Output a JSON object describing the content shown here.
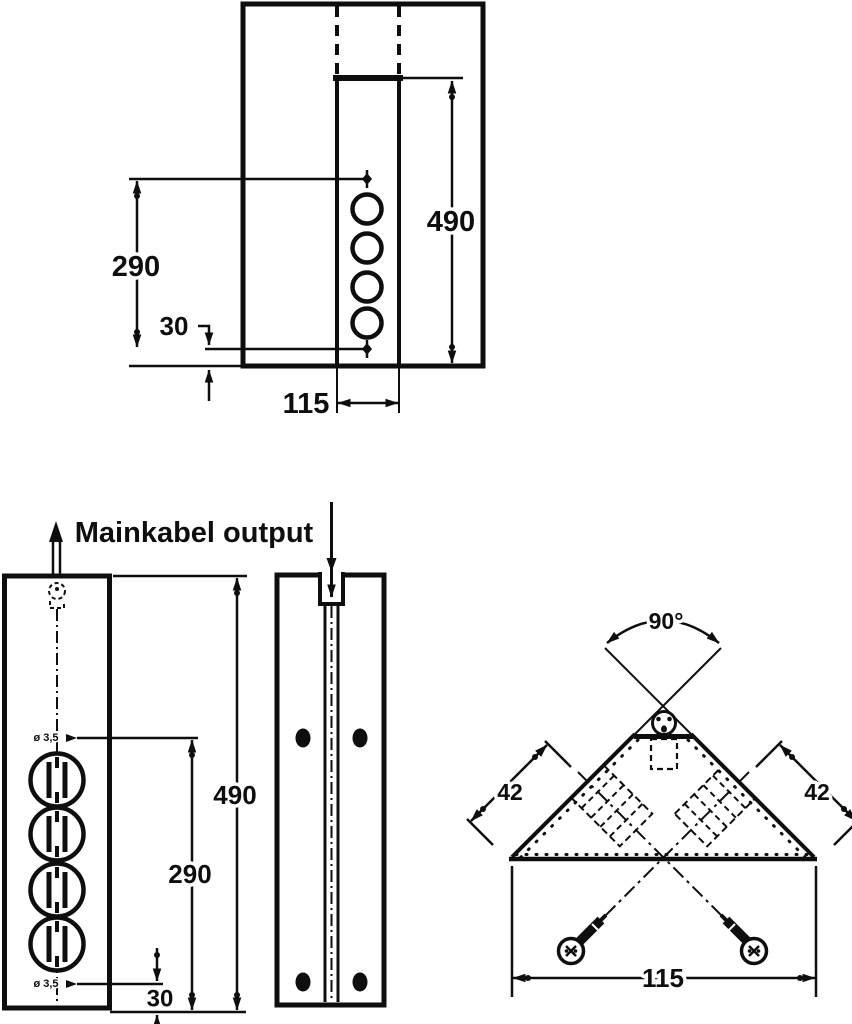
{
  "title": "Mainkabel output",
  "annotations": {
    "top_view": {
      "height": "490",
      "hole_spacing": "290",
      "bottom_offset": "30",
      "depth": "115"
    },
    "front_view": {
      "height": "490",
      "hole_spacing": "290",
      "bottom_offset": "30",
      "hole_dia_top": "ø 3,5",
      "hole_dia_bottom": "ø 3,5"
    },
    "corner_view": {
      "angle": "90°",
      "slant_left": "42",
      "slant_right": "42",
      "width": "115"
    }
  }
}
